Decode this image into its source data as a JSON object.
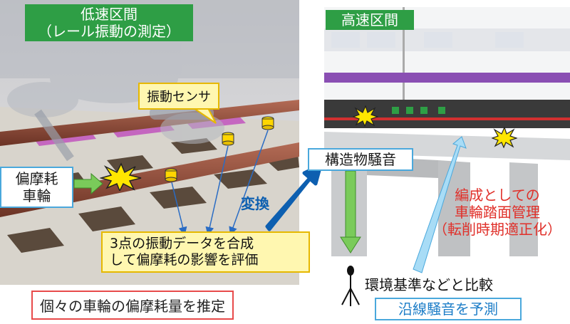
{
  "low_speed": {
    "title_line1": "低速区間",
    "title_line2": "（レール振動の測定）"
  },
  "high_speed": {
    "title": "高速区間"
  },
  "labels": {
    "sensor": "振動センサ",
    "wheel_wear_line1": "偏摩耗",
    "wheel_wear_line2": "車輪",
    "combine_line1": "3点の振動データを合成",
    "combine_line2": "して偏摩耗の影響を評価",
    "estimate": "個々の車輪の偏摩耗量を推定",
    "convert": "変換",
    "structure_noise": "構造物騒音",
    "management_line1": "編成としての",
    "management_line2": "車輪踏面管理",
    "management_line3": "（転削時期適正化）",
    "compare": "環境基準などと比較",
    "predict": "沿線騒音を予測"
  },
  "colors": {
    "green": "#2e9e45",
    "blue_border": "#4aa8dc",
    "yellow_fill": "#fff7b0",
    "red": "#e0302a",
    "arrow_blue": "#0d5fb0",
    "train_stripe": "#8a4fb3"
  }
}
